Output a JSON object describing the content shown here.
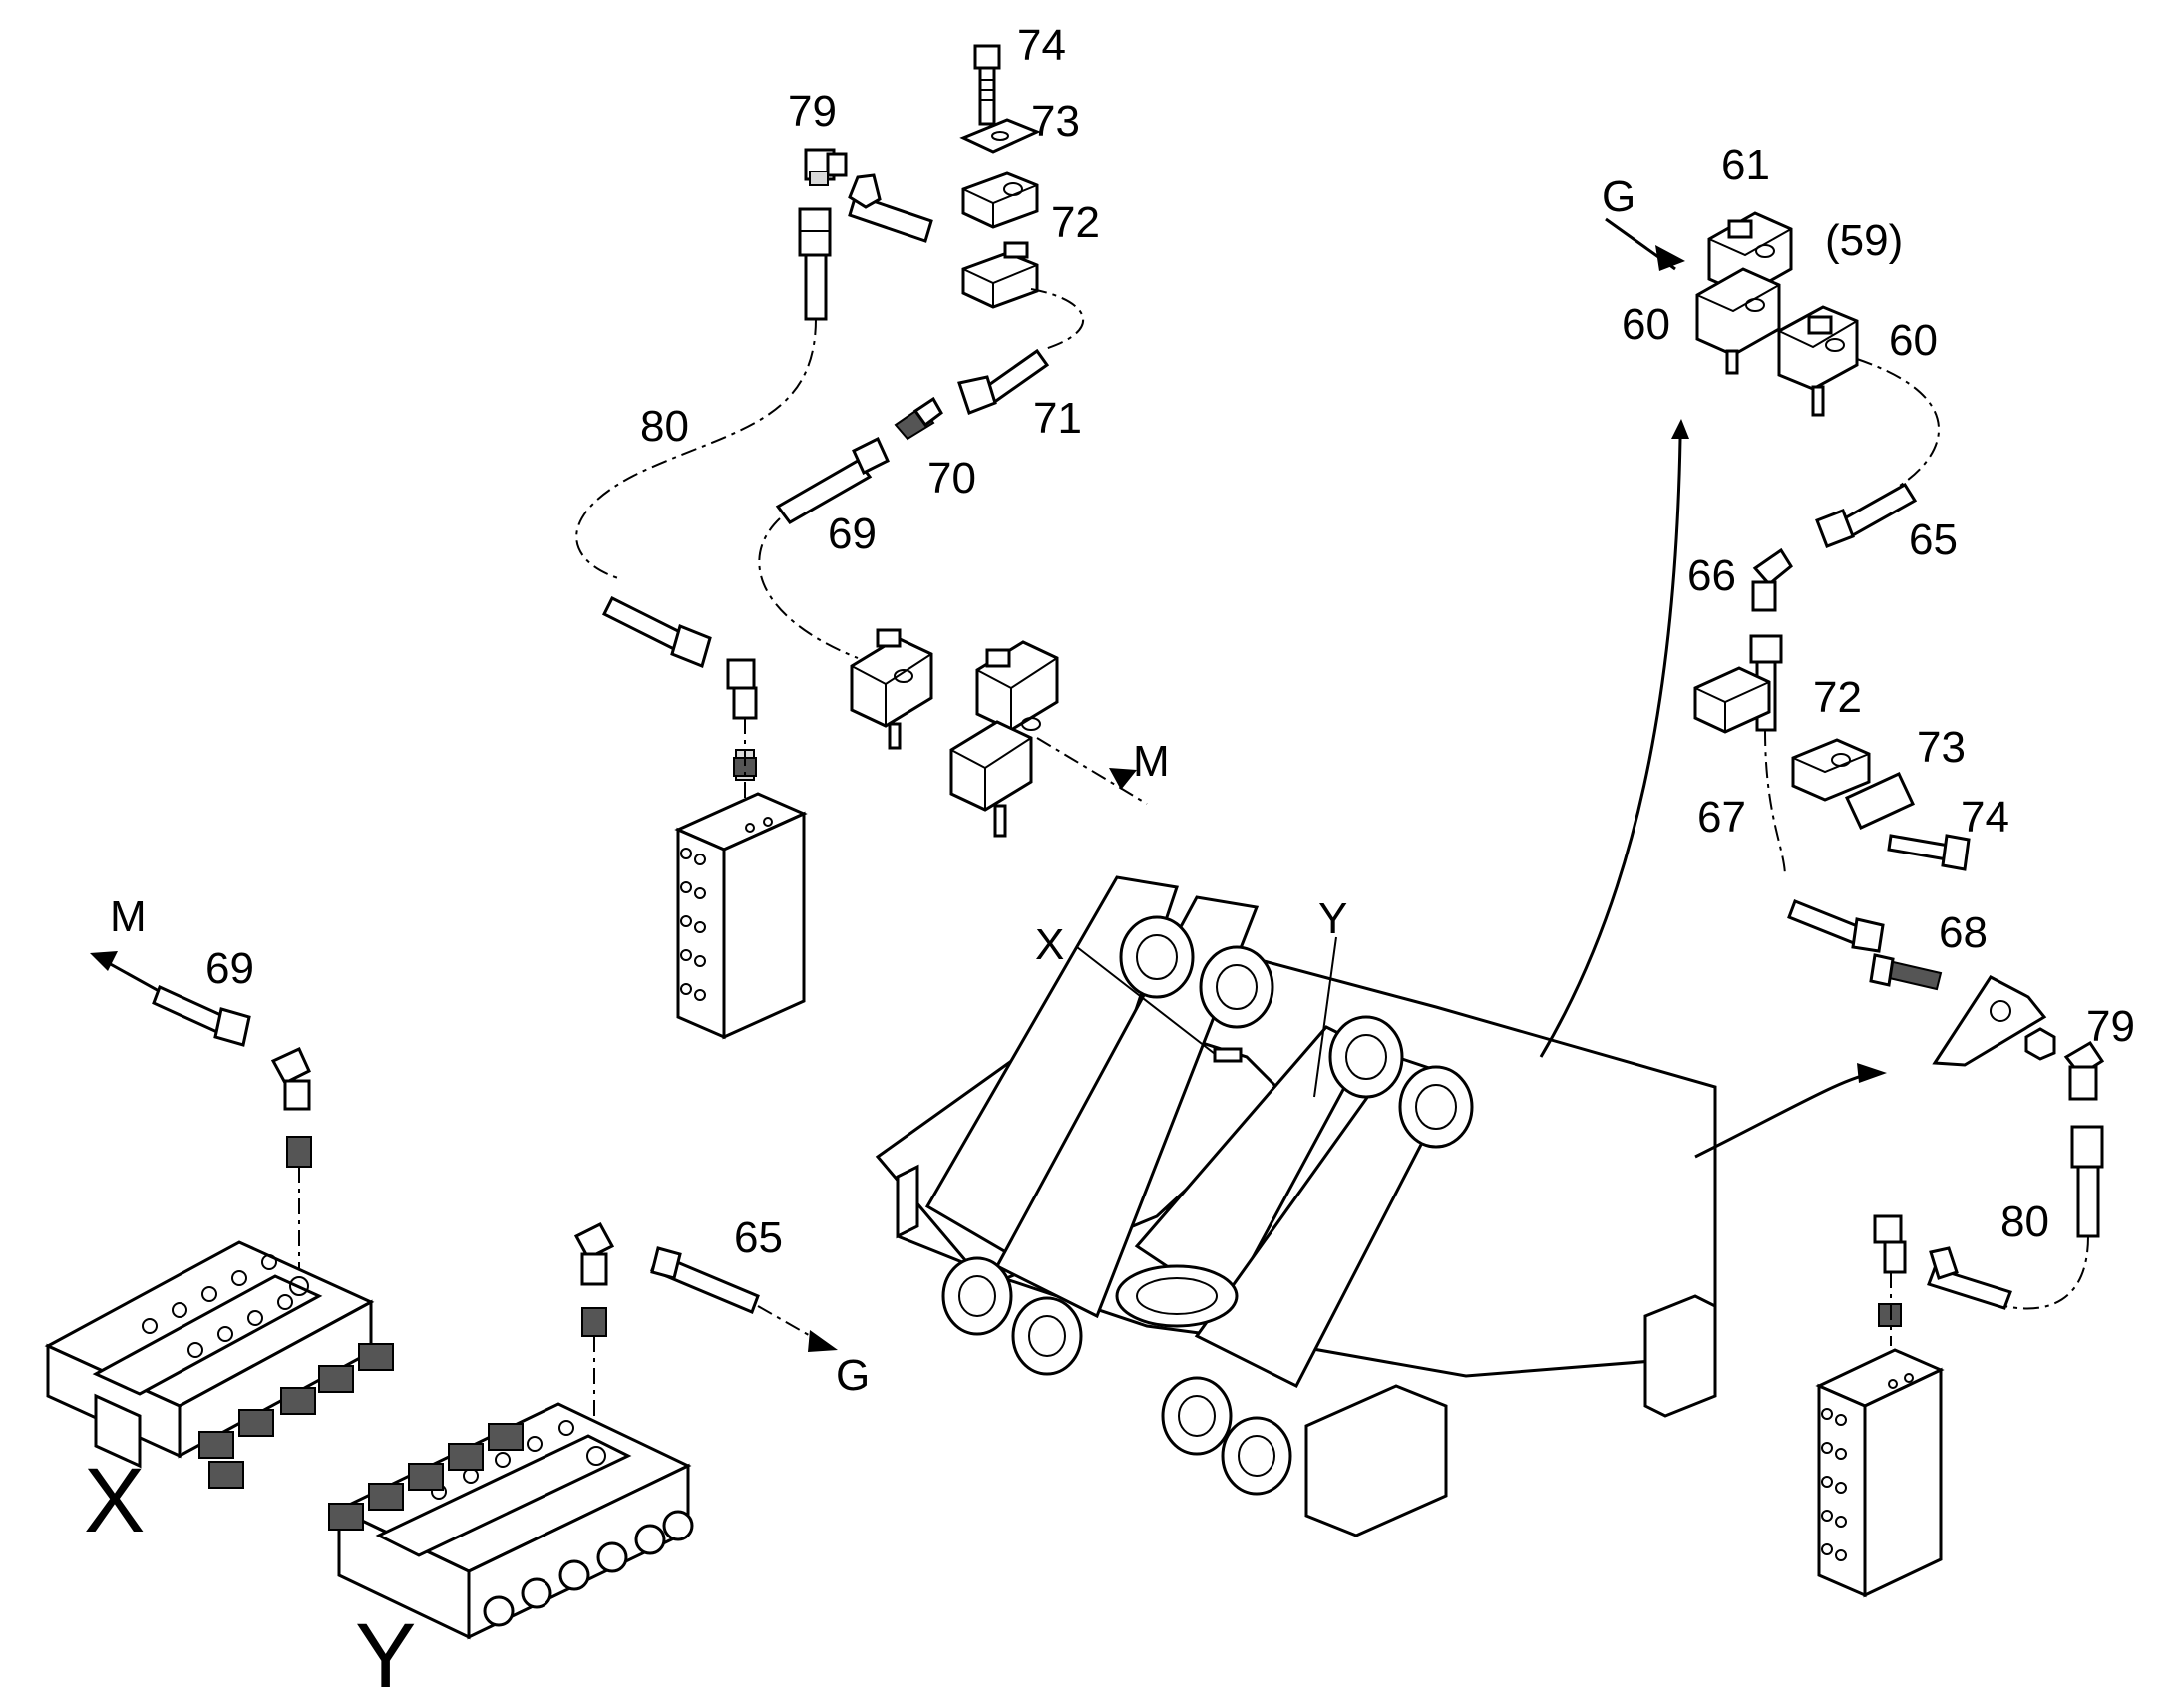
{
  "callouts": {
    "c74a": "74",
    "c73a": "73",
    "c72a": "72",
    "c79a": "79",
    "c80a": "80",
    "c71": "71",
    "c70": "70",
    "c69a": "69",
    "cMa": "M",
    "cG1": "G",
    "c61": "61",
    "c59": "(59)",
    "c60a": "60",
    "c60b": "60",
    "c65a": "65",
    "c66": "66",
    "c72b": "72",
    "c73b": "73",
    "c74b": "74",
    "c67": "67",
    "c68": "68",
    "c79b": "79",
    "c80b": "80",
    "cMb": "M",
    "c69b": "69",
    "c65b": "65",
    "cG2": "G",
    "cX1": "X",
    "cY1": "Y"
  },
  "groups": {
    "x": "X",
    "y": "Y"
  }
}
